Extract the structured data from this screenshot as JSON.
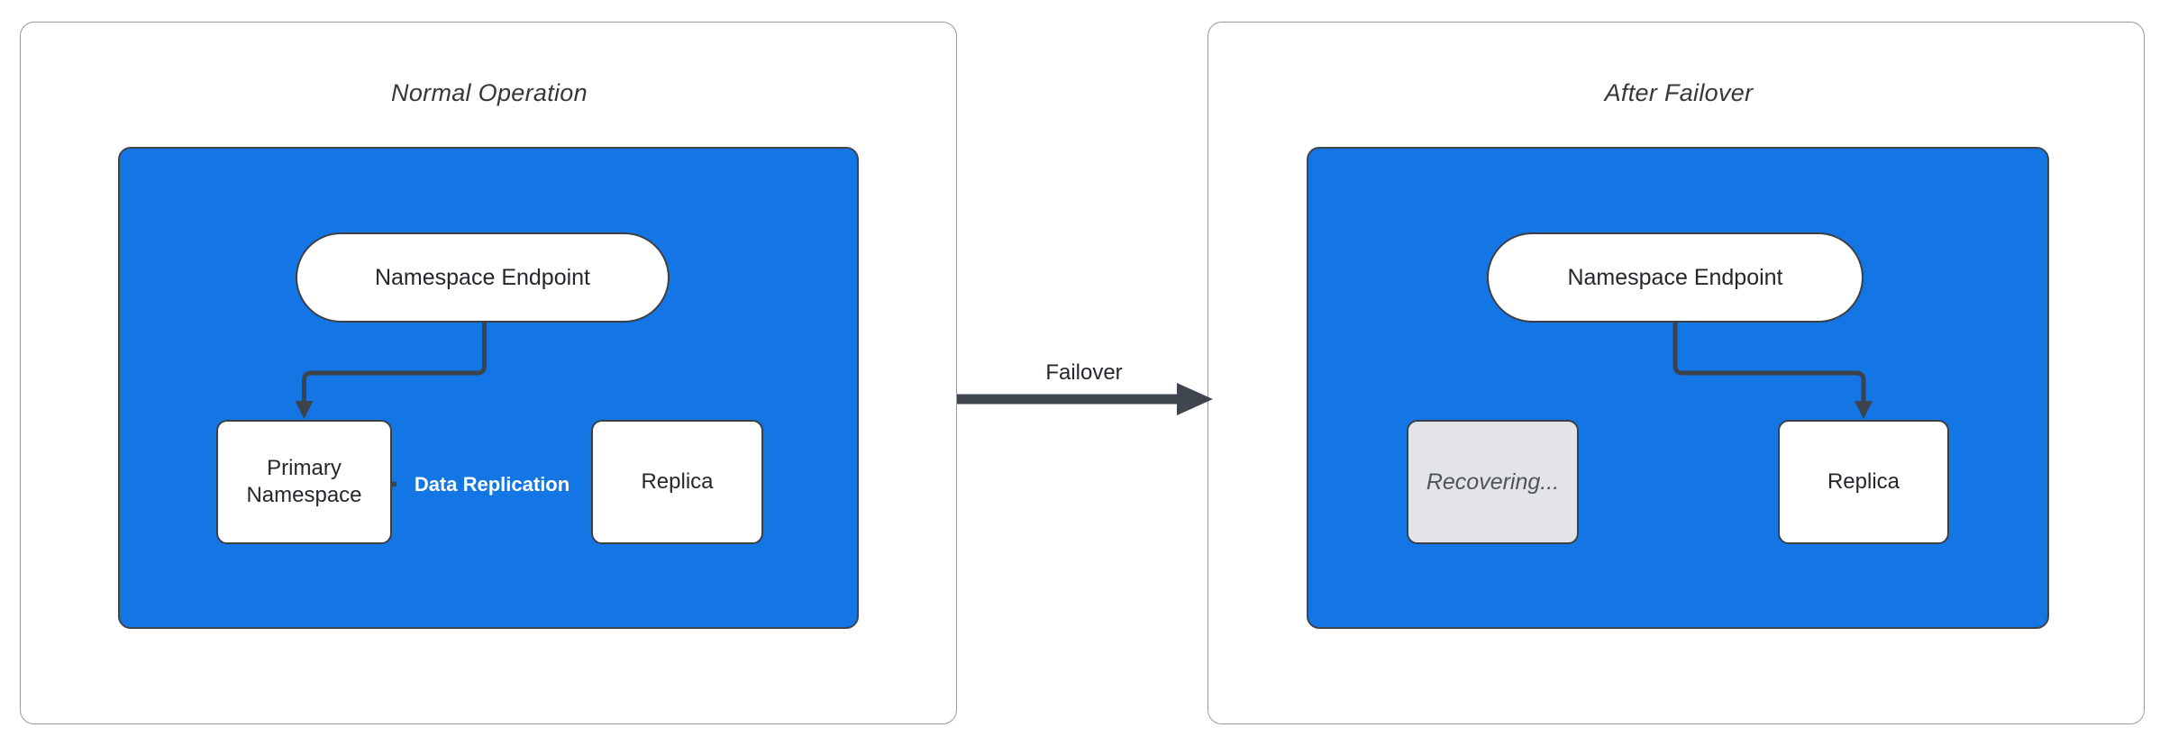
{
  "diagram": {
    "panels": [
      {
        "title": "Normal Operation",
        "endpoint": "Namespace Endpoint",
        "primary": "Primary Namespace",
        "replica": "Replica",
        "edge_label": "Data Replication"
      },
      {
        "title": "After Failover",
        "endpoint": "Namespace Endpoint",
        "recovering": "Recovering...",
        "replica": "Replica"
      }
    ],
    "failover_label": "Failover",
    "colors": {
      "container_blue": "#1476e4",
      "connector_dark": "#3d434b",
      "node_border": "#3b4046",
      "panel_border": "#9a9a9a",
      "recovering_fill": "#e2e4e7",
      "recovering_text": "#4e545c",
      "edge_label_text": "#ffffff",
      "title_text": "#33383a"
    }
  }
}
